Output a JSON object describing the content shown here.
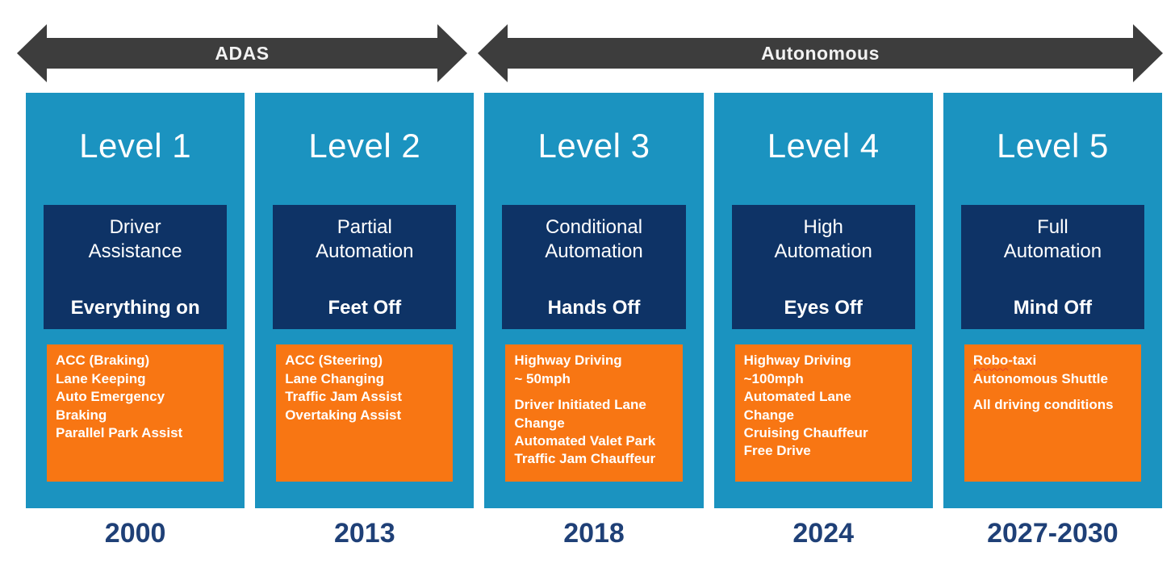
{
  "colors": {
    "column_bg": "#1B93C0",
    "navy_box": "#0E3366",
    "orange_box": "#F87613",
    "arrow": "#3D3D3D",
    "arrow_label": "#F2F2F2",
    "year_text": "#1F4077",
    "spellcheck": "#E8442C"
  },
  "arrows": {
    "adas": {
      "label": "ADAS"
    },
    "autonomous": {
      "label": "Autonomous"
    }
  },
  "columns": [
    {
      "level": "Level 1",
      "automation_name": "Driver\nAssistance",
      "mode": "Everything on",
      "features": [
        "ACC (Braking)",
        "Lane Keeping",
        "Auto Emergency\nBraking",
        "Parallel Park Assist"
      ],
      "year": "2000"
    },
    {
      "level": "Level 2",
      "automation_name": "Partial\nAutomation",
      "mode": "Feet Off",
      "features": [
        "ACC (Steering)",
        "Lane Changing",
        "Traffic Jam Assist",
        "Overtaking Assist"
      ],
      "year": "2013"
    },
    {
      "level": "Level 3",
      "automation_name": "Conditional\nAutomation",
      "mode": "Hands Off",
      "features": [
        "Highway Driving\n~ 50mph",
        "",
        "Driver Initiated Lane\nChange",
        "Automated Valet Park",
        "Traffic Jam Chauffeur"
      ],
      "year": "2018"
    },
    {
      "level": "Level 4",
      "automation_name": "High\nAutomation",
      "mode": "Eyes Off",
      "features": [
        "Highway Driving\n~100mph",
        "Automated Lane\nChange",
        "Cruising Chauffeur",
        "Free Drive"
      ],
      "year": "2024"
    },
    {
      "level": "Level 5",
      "automation_name": "Full\nAutomation",
      "mode": "Mind Off",
      "features": [
        {
          "text": "Robo-taxi",
          "misspelled_prefix": "Robo"
        },
        "Autonomous Shuttle",
        "",
        "All driving conditions"
      ],
      "year": "2027-2030"
    }
  ]
}
